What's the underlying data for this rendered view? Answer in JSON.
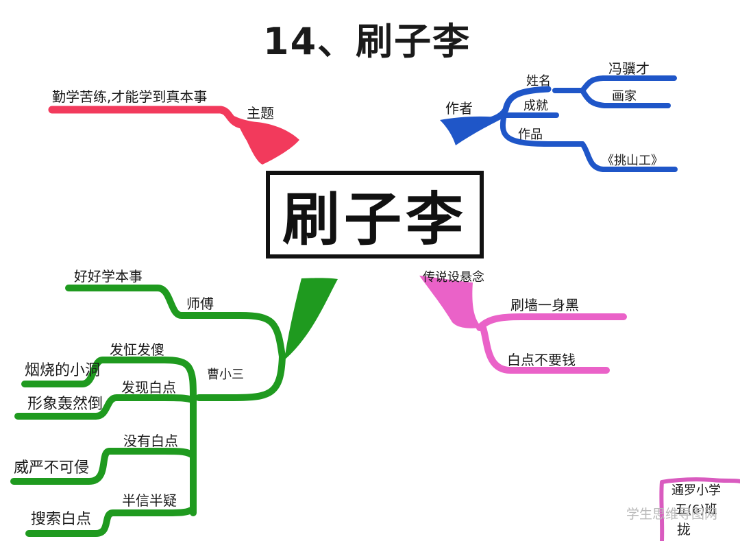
{
  "title": "14、刷子李",
  "center": "刷子李",
  "branches": {
    "theme": {
      "label": "主题",
      "leaf": "勤学苦练,才能学到真本事",
      "color": "#f23a5c"
    },
    "author": {
      "label": "作者",
      "color": "#1f56c8",
      "name_label": "姓名",
      "name": "冯骥才",
      "achievement_label": "成就",
      "achievement": "画家",
      "works_label": "作品",
      "works": "《挑山工》"
    },
    "legend": {
      "label": "传说设悬念",
      "color": "#ea62c8",
      "leaves": [
        "刷墙一身黑",
        "白点不要钱"
      ]
    },
    "characters": {
      "color": "#1f9a1f",
      "master_label": "师傅",
      "master_leaf": "好好学本事",
      "apprentice_label": "曹小三",
      "steps": [
        {
          "label": "发怔发傻",
          "leaf": "烟烧的小洞"
        },
        {
          "label": "发现白点",
          "leaf": "形象轰然倒"
        },
        {
          "label": "没有白点",
          "leaf": "威严不可侵"
        },
        {
          "label": "半信半疑",
          "leaf": "搜索白点"
        }
      ]
    }
  },
  "corner_note": {
    "lines": [
      "通罗小学",
      "五(6)班",
      "拢"
    ],
    "color": "#d95bbf"
  },
  "watermark": "学生思维导图网"
}
